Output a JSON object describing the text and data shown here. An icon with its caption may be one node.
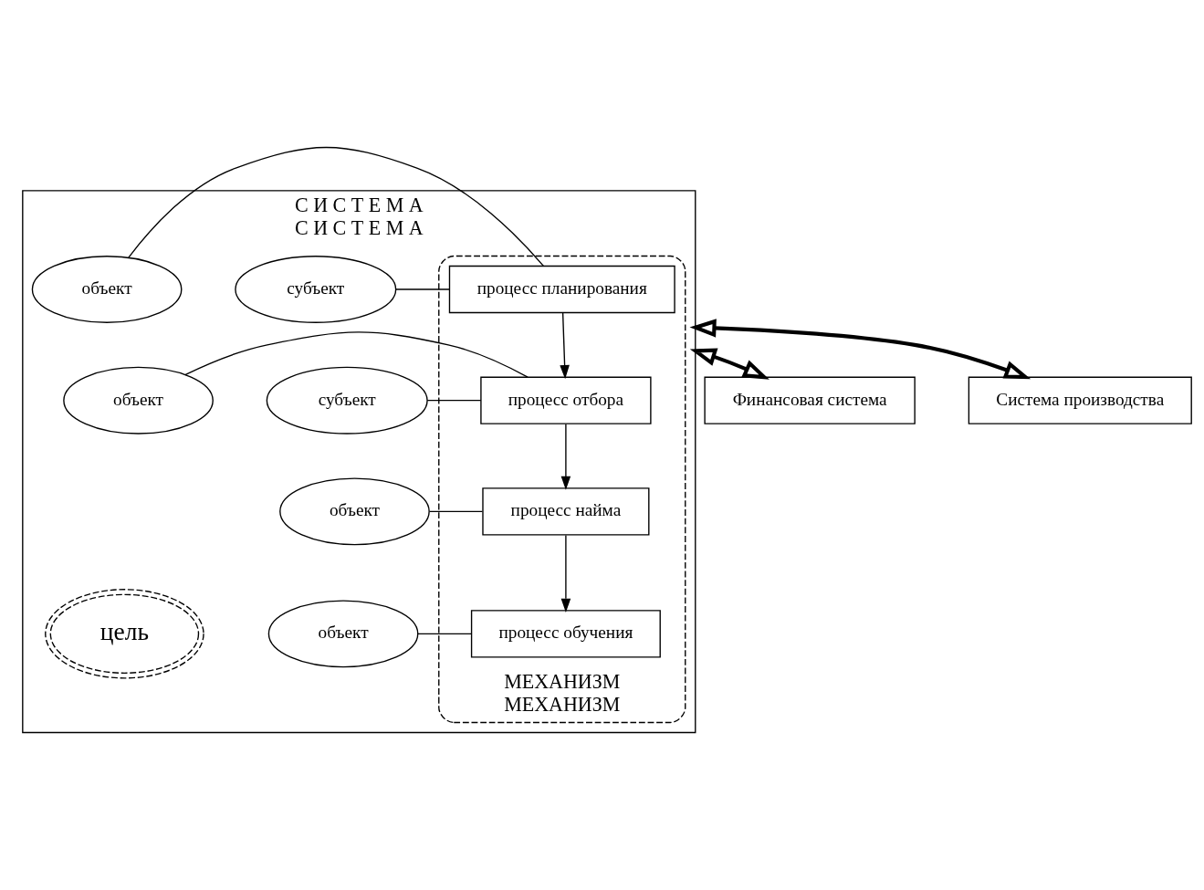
{
  "diagram": {
    "nodes": [
      {
        "text": [
          "С И С Т Е М А",
          "С И С Т Е М А"
        ]
      },
      {
        "text": [
          "МЕХАНИЗМ",
          "МЕХАНИЗМ"
        ],
        "in": 0
      },
      {
        "text": [
          "субъект"
        ],
        "in": 0
      },
      {
        "text": [
          "субъект"
        ],
        "in": 0
      },
      {
        "text": [
          "процесс планирования"
        ],
        "in": 1
      },
      {
        "text": [
          "процесс отбора"
        ],
        "in": 1
      },
      {
        "text": [
          "процесс найма"
        ],
        "in": 1
      },
      {
        "text": [
          "процесс обучения"
        ],
        "in": 1
      },
      {
        "text": [
          "объект"
        ],
        "in": 0
      },
      {
        "text": [
          "объект"
        ],
        "in": 0
      },
      {
        "text": [
          "объект"
        ],
        "in": 0
      },
      {
        "text": [
          "объект"
        ],
        "in": 0
      },
      {
        "text": [
          "цель"
        ],
        "in": 0
      },
      {
        "text": [
          "Финансовая система"
        ]
      },
      {
        "text": [
          "Система производства"
        ]
      }
    ],
    "edges": [
      {
        "from": 2,
        "to": 4,
        "arrow": "none"
      },
      {
        "from": 3,
        "to": 5,
        "arrow": "none"
      },
      {
        "from": 4,
        "to": 5,
        "arrow": "to"
      },
      {
        "from": 5,
        "to": 6,
        "arrow": "to"
      },
      {
        "from": 6,
        "to": 7,
        "arrow": "to"
      },
      {
        "from": 4,
        "to": 8,
        "arrow": "none"
      },
      {
        "from": 5,
        "to": 9,
        "arrow": "none"
      },
      {
        "from": 6,
        "to": 10,
        "arrow": "none"
      },
      {
        "from": 7,
        "to": 11,
        "arrow": "none"
      },
      {
        "from": 13,
        "to": 0,
        "arrow": "both",
        "style": "thick"
      },
      {
        "from": 0,
        "to": 14,
        "arrow": "both",
        "style": "thick"
      }
    ]
  }
}
